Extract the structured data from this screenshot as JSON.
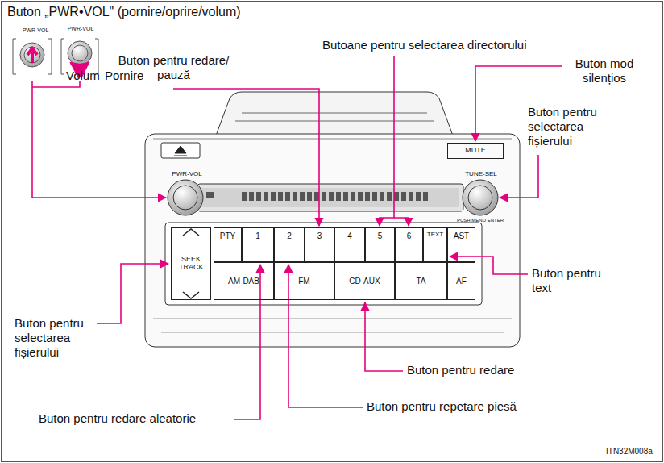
{
  "diagram": {
    "nodes": [
      {
        "text": [
          "MUTE"
        ]
      },
      {
        "text": [
          "SEEK TRACK"
        ]
      },
      {
        "text": [
          "PTY"
        ]
      },
      {
        "text": [
          "1"
        ]
      },
      {
        "text": [
          "2"
        ]
      },
      {
        "text": [
          "3"
        ]
      },
      {
        "text": [
          "4"
        ]
      },
      {
        "text": [
          "5"
        ]
      },
      {
        "text": [
          "6"
        ]
      },
      {
        "text": [
          "TEXT"
        ]
      },
      {
        "text": [
          "AST"
        ]
      },
      {
        "text": [
          "AM-DAB"
        ]
      },
      {
        "text": [
          "FM"
        ]
      },
      {
        "text": [
          "CD-AUX"
        ]
      },
      {
        "text": [
          "TA"
        ]
      },
      {
        "text": [
          "AF"
        ]
      }
    ],
    "labels": [
      "Buton „PWR•VOL\" (pornire/oprire/volum)",
      "PWR-VOL",
      "PWR-VOL",
      "Volum",
      "Pornire",
      "Buton pentru redare/ pauză",
      "Butoane pentru selectarea directorului",
      "Buton mod silențios",
      "Buton pentru selectarea fișierului",
      "PWR-VOL",
      "TUNE-SEL",
      "PUSH MENU ENTER",
      "Buton pentru text",
      "Buton pentru selectarea fișierului",
      "Buton pentru redare",
      "Buton pentru redare aleatorie",
      "Buton pentru repetare piesă",
      "ITN32M008a"
    ]
  }
}
